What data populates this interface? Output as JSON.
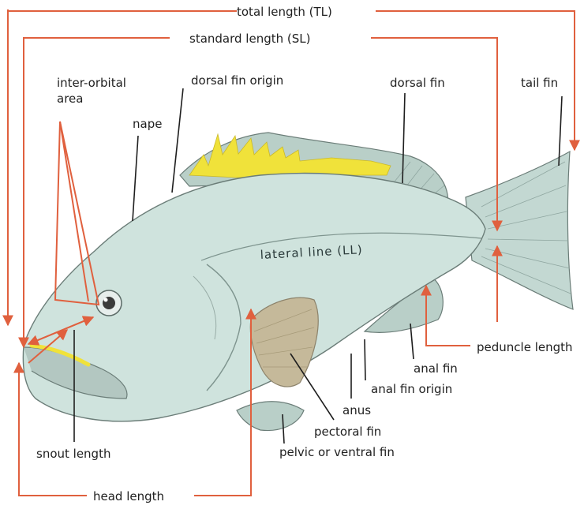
{
  "labels": {
    "total_length": "total length (TL)",
    "standard_length": "standard length (SL)",
    "inter_orbital_1": "inter-orbital",
    "inter_orbital_2": "area",
    "dorsal_fin_origin": "dorsal fin origin",
    "dorsal_fin": "dorsal fin",
    "tail_fin": "tail fin",
    "nape": "nape",
    "lateral_line": "lateral line (LL)",
    "peduncle_length": "peduncle length",
    "anal_fin": "anal fin",
    "anal_fin_origin": "anal fin origin",
    "anus": "anus",
    "pectoral_fin": "pectoral fin",
    "pelvic_fin": "pelvic or ventral fin",
    "snout_length": "snout length",
    "head_length": "head length"
  },
  "colors": {
    "body": "#cfe3dd",
    "fin": "#b9cfc8",
    "fin_spine_yellow": "#f0e23a",
    "outline": "#6b7d78",
    "measure_arrow": "#e0603e",
    "leader_line": "#1e1e1e"
  }
}
